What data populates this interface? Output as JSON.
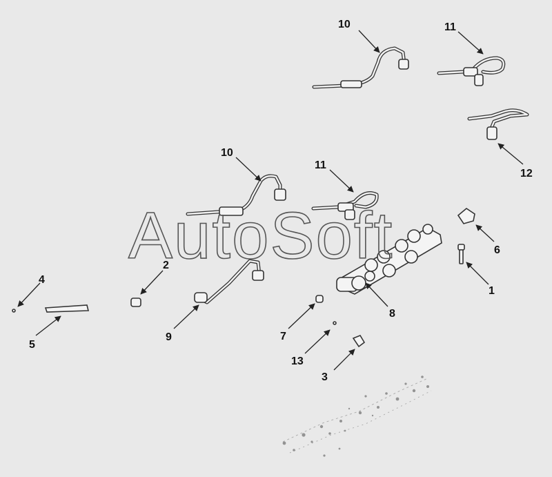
{
  "watermark": "AutoSoft",
  "callouts": [
    {
      "id": "c10a",
      "text": "10"
    },
    {
      "id": "c11a",
      "text": "11"
    },
    {
      "id": "c12",
      "text": "12"
    },
    {
      "id": "c10b",
      "text": "10"
    },
    {
      "id": "c11b",
      "text": "11"
    },
    {
      "id": "c6",
      "text": "6"
    },
    {
      "id": "c1",
      "text": "1"
    },
    {
      "id": "c2",
      "text": "2"
    },
    {
      "id": "c4",
      "text": "4"
    },
    {
      "id": "c5",
      "text": "5"
    },
    {
      "id": "c9",
      "text": "9"
    },
    {
      "id": "c8",
      "text": "8"
    },
    {
      "id": "c7",
      "text": "7"
    },
    {
      "id": "c13",
      "text": "13"
    },
    {
      "id": "c3",
      "text": "3"
    }
  ],
  "colors": {
    "background": "#e9e9e9",
    "line": "#333333",
    "label": "#111111"
  }
}
